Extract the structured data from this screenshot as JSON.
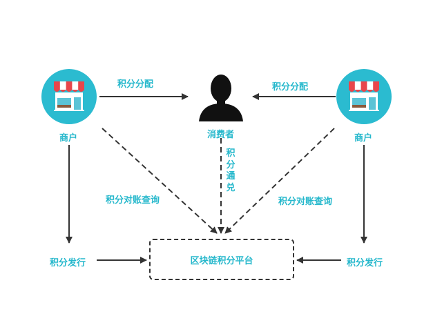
{
  "nodes": {
    "merchant_left": {
      "label": "商户"
    },
    "consumer": {
      "label": "消费者"
    },
    "merchant_right": {
      "label": "商户"
    },
    "platform": {
      "label": "区块链积分平台"
    }
  },
  "edges": {
    "allocate_left": "积分分配",
    "allocate_right": "积分分配",
    "reconcile_left": "积分对账查询",
    "reconcile_right": "积分对账查询",
    "redeem": [
      "积",
      "分",
      "通",
      "兑"
    ],
    "issue_left": "积分发行",
    "issue_right": "积分发行"
  },
  "colors": {
    "accent": "#26b8cc",
    "circle": "#2bbbd0",
    "line": "#333333",
    "awning_red": "#e8464b",
    "person": "#111111"
  }
}
